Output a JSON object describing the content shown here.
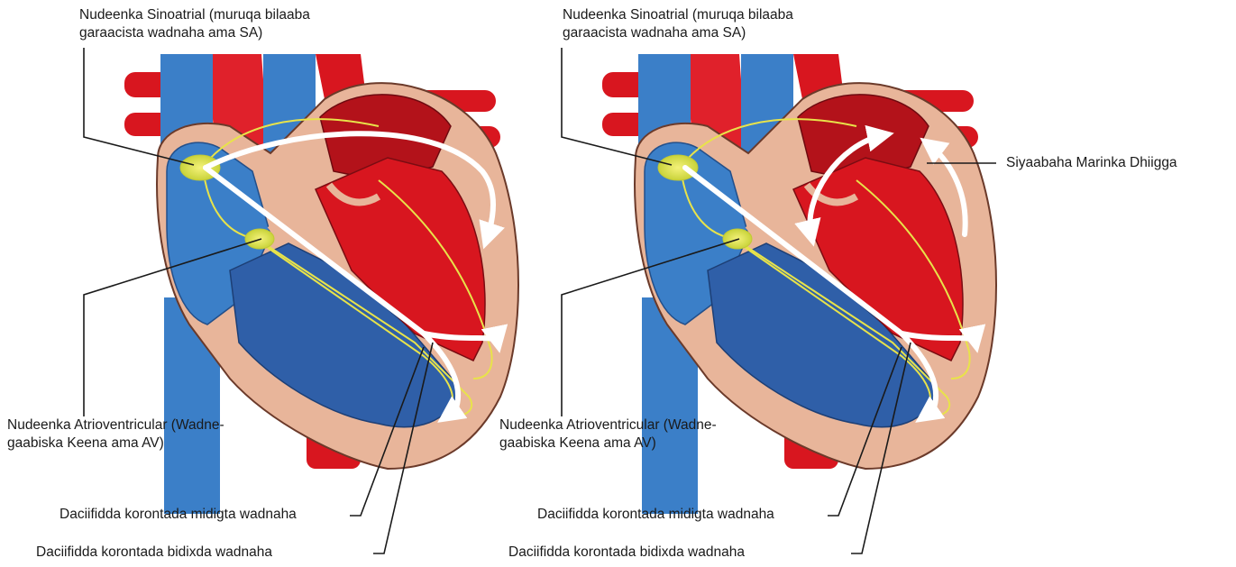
{
  "labels": {
    "sa_node_line1": "Nudeenka Sinoatrial (muruqa bilaaba",
    "sa_node_line2": "garaacista wadnaha ama SA)",
    "av_node_line1": "Nudeenka Atrioventricular (Wadne-",
    "av_node_line2": "gaabiska Keena ama AV)",
    "right_bundle_branch": "Daciifidda korontada midigta wadnaha",
    "left_bundle_branch": "Daciifidda korontada bidixda wadnaha",
    "bachmann_bundle": "Siyaabaha Marinka Dhiigga"
  },
  "colors": {
    "vein_blue": "#3b7fc8",
    "deoxy_blue": "#2f5fa8",
    "oxy_red": "#d8161f",
    "tissue": "#e8b59a",
    "conduction": "#e8e34a",
    "arrow": "#ffffff"
  }
}
